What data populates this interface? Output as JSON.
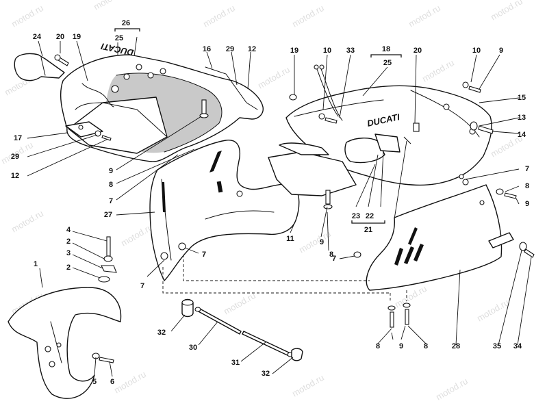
{
  "diagram": {
    "watermark_text": "motod.ru",
    "logo_text": "DUCATI",
    "callouts": {
      "c1": "1",
      "c2a": "2",
      "c2b": "2",
      "c3": "3",
      "c4": "4",
      "c5": "5",
      "c6": "6",
      "c7a": "7",
      "c7b": "7",
      "c7c": "7",
      "c7d": "7",
      "c7e": "7",
      "c8a": "8",
      "c8b": "8",
      "c8c": "8",
      "c8d": "8",
      "c8e": "8",
      "c9a": "9",
      "c9b": "9",
      "c9c": "9",
      "c9d": "9",
      "c9e": "9",
      "c10a": "10",
      "c10b": "10",
      "c11": "11",
      "c12a": "12",
      "c12b": "12",
      "c13": "13",
      "c14": "14",
      "c15": "15",
      "c16": "16",
      "c17": "17",
      "c18": "18",
      "c19a": "19",
      "c19b": "19",
      "c20a": "20",
      "c20b": "20",
      "c21": "21",
      "c22": "22",
      "c23": "23",
      "c24": "24",
      "c25a": "25",
      "c25b": "25",
      "c26": "26",
      "c27": "27",
      "c28": "28",
      "c29a": "29",
      "c29b": "29",
      "c30": "30",
      "c31": "31",
      "c32a": "32",
      "c32b": "32",
      "c33": "33",
      "c34": "34",
      "c35": "35"
    }
  }
}
